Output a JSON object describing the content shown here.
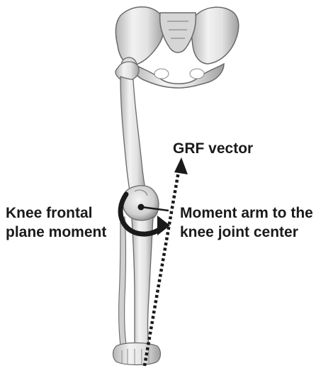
{
  "labels": {
    "grf_vector": "GRF vector",
    "knee_moment_line1": "Knee frontal",
    "knee_moment_line2": "plane moment",
    "moment_arm_line1": "Moment arm to the",
    "moment_arm_line2": "knee joint center"
  },
  "colors": {
    "bone_fill": "#e6e6e6",
    "bone_shadow": "#9a9a9a",
    "bone_outline": "#5a5a5a",
    "annotation": "#1a1a1a"
  }
}
